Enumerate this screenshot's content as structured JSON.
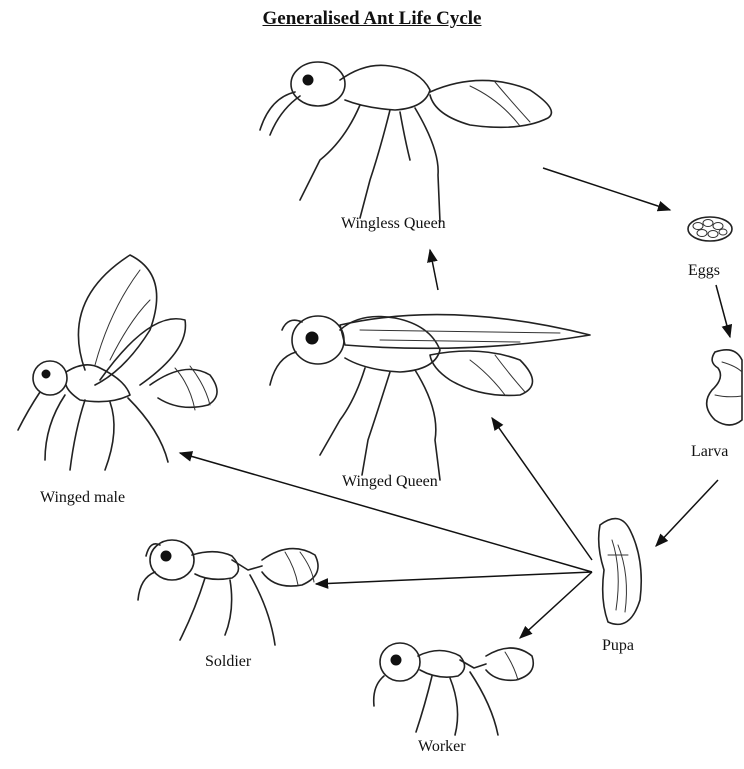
{
  "title": "Generalised Ant Life Cycle",
  "labels": {
    "wingless_queen": "Wingless Queen",
    "eggs": "Eggs",
    "larva": "Larva",
    "winged_queen": "Winged Queen",
    "winged_male": "Winged male",
    "pupa": "Pupa",
    "soldier": "Soldier",
    "worker": "Worker"
  },
  "icons": [
    "wingless-queen-ant",
    "egg-cluster",
    "larva",
    "winged-queen-ant",
    "winged-male-ant",
    "pupa",
    "soldier-ant",
    "worker-ant"
  ]
}
